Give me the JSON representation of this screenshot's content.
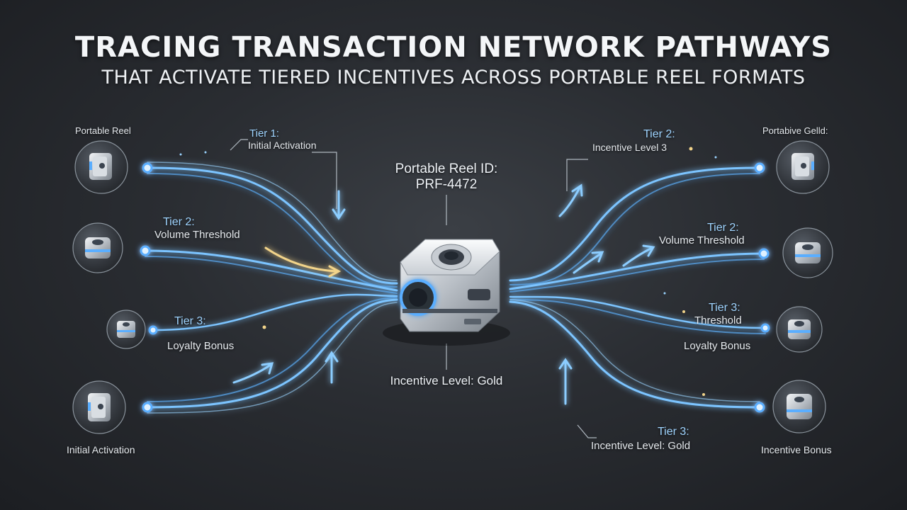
{
  "title": "TRACING TRANSACTION NETWORK PATHWAYS",
  "subtitle": "THAT ACTIVATE TIERED INCENTIVES ACROSS PORTABLE REEL FORMATS",
  "center": {
    "id_label": "Portable Reel ID:",
    "id_value": "PRF-4472",
    "incentive": "Incentive Level: Gold"
  },
  "left_nodes": [
    {
      "label": "Portable Reel",
      "tier": "Tier 1:",
      "tier_desc": "Initial Activation"
    },
    {
      "label": "",
      "tier": "Tier 2:",
      "tier_desc": "Volume Threshold"
    },
    {
      "label": "",
      "tier": "Tier 3:",
      "tier_desc": "Loyalty Bonus"
    },
    {
      "label": "Initial Activation",
      "tier": "",
      "tier_desc": ""
    }
  ],
  "right_nodes": [
    {
      "label": "Portabive Gelld:",
      "tier": "Tier 2:",
      "tier_desc": "Incentive Level 3"
    },
    {
      "label": "",
      "tier": "Tier 2:",
      "tier_desc": "Volume Threshold"
    },
    {
      "label": "Loyalty Bonus",
      "tier": "Tier 3:",
      "tier_desc": "Threshold"
    },
    {
      "label": "Incentive Bonus",
      "tier": "Tier 3:",
      "tier_desc": "Incentive Level: Gold"
    }
  ],
  "colors": {
    "path": "#7cc4ff",
    "path_glow": "#3f8fe0",
    "accent_gold": "#f2d48a"
  }
}
